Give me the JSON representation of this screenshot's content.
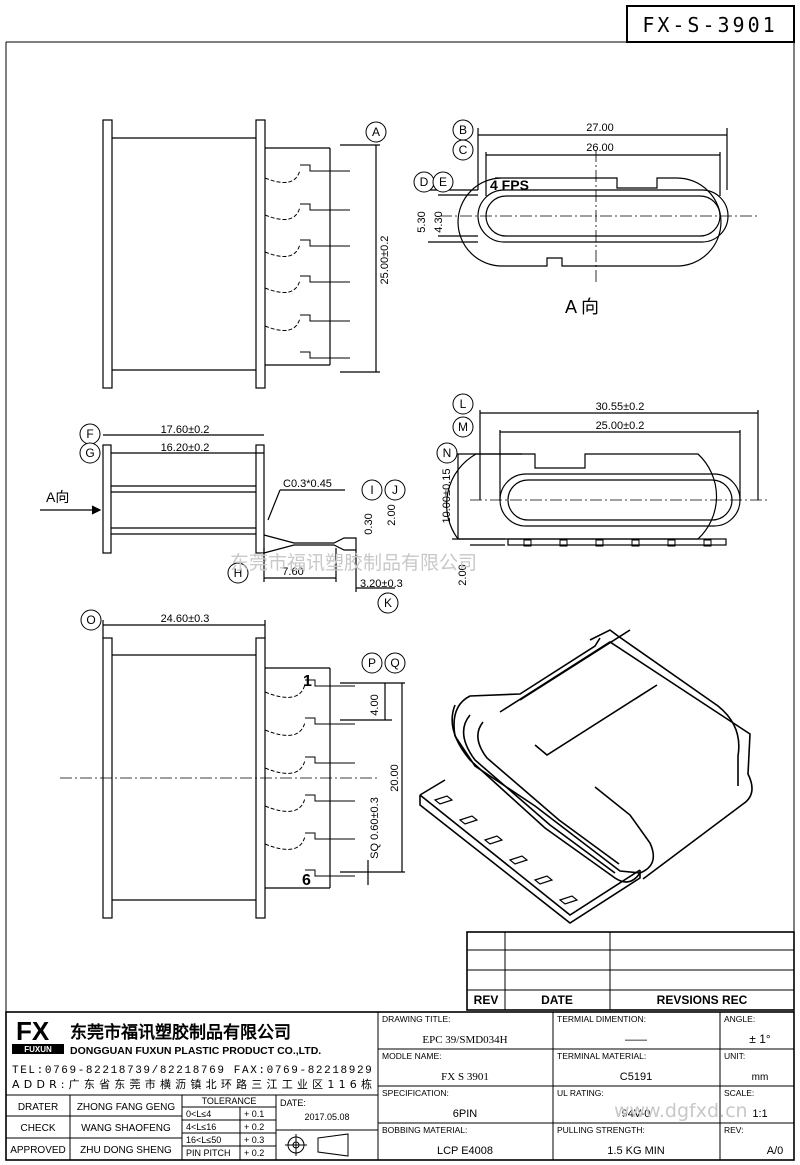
{
  "drawing_number": "FX-S-3901",
  "callouts": [
    "A",
    "B",
    "C",
    "D",
    "E",
    "F",
    "G",
    "H",
    "I",
    "J",
    "K",
    "L",
    "M",
    "N",
    "O",
    "P",
    "Q"
  ],
  "dimensions": {
    "total_height": "25.00±0.2",
    "width_27": "27.00",
    "width_26": "26.00",
    "h_530": "5.30",
    "h_430": "4.30",
    "flange_label": "4 FPS",
    "view_a_label": "A 向",
    "w_1760": "17.60±0.2",
    "w_1620": "16.20±0.2",
    "chamfer": "C0.3*0.45",
    "a_dir": "A向",
    "t_030": "0.30",
    "t_200": "2.00",
    "w_760": "7.60",
    "w_320": "3.20±0.3",
    "w_3055": "30.55±0.2",
    "w_2500": "25.00±0.2",
    "h_1000": "10.00±0.15",
    "h_200b": "2.00",
    "w_2460": "24.60±0.3",
    "pitch_400": "4.00",
    "span_2000": "20.00",
    "pin_sq": "SQ 0.60±0.3",
    "pin_1": "1",
    "pin_6": "6"
  },
  "watermark": "东莞市福讯塑胶制品有限公司",
  "watermark_site": "www.dgfxd.cn",
  "revision_table": {
    "headers": [
      "REV",
      "DATE",
      "REVSIONS REC"
    ]
  },
  "company": {
    "logo_text": "FX",
    "logo_sub": "FUXUN",
    "name_cn": "东莞市福讯塑胶制品有限公司",
    "name_en": "DONGGUAN FUXUN PLASTIC PRODUCT CO.,LTD.",
    "tel": "TEL:0769-82218739/82218769 FAX:0769-82218929",
    "addr": "ADDR:广东省东莞市横沥镇北环路三江工业区116栋"
  },
  "signatures": [
    {
      "role": "DRATER",
      "name": "ZHONG FANG GENG"
    },
    {
      "role": "CHECK",
      "name": "WANG SHAOFENG"
    },
    {
      "role": "APPROVED",
      "name": "ZHU DONG SHENG"
    }
  ],
  "tolerance": {
    "header": "TOLERANCE",
    "rows": [
      {
        "range": "0<L≤4",
        "tol": "+ 0.1"
      },
      {
        "range": "4<L≤16",
        "tol": "+ 0.2"
      },
      {
        "range": "16<L≤50",
        "tol": "+ 0.3"
      },
      {
        "range": "PIN PITCH",
        "tol": "+ 0.2"
      }
    ]
  },
  "date_label": "DATE:",
  "date_value": "2017.05.08",
  "fields": {
    "drawing_title_label": "DRAWING TITLE:",
    "drawing_title": "EPC 39/SMD034H",
    "terminal_dimention_label": "TERMIAL DIMENTION:",
    "terminal_dimention": "——",
    "angle_label": "ANGLE:",
    "angle": "± 1°",
    "model_name_label": "MODLE NAME:",
    "model_name": "FX S 3901",
    "terminal_material_label": "TERMINAL MATERIAL:",
    "terminal_material": "C5191",
    "unit_label": "UNIT:",
    "unit": "mm",
    "specification_label": "SPECIFICATION:",
    "specification": "6PIN",
    "ul_rating_label": "UL RATING:",
    "ul_rating": "94V-0",
    "scale_label": "SCALE:",
    "scale": "1:1",
    "bobbing_material_label": "BOBBING MATERIAL:",
    "bobbing_material": "LCP E4008",
    "pulling_strength_label": "PULLING STRENGTH:",
    "pulling_strength": "1.5 KG MIN",
    "rev_label": "REV:",
    "rev": "A/0"
  }
}
